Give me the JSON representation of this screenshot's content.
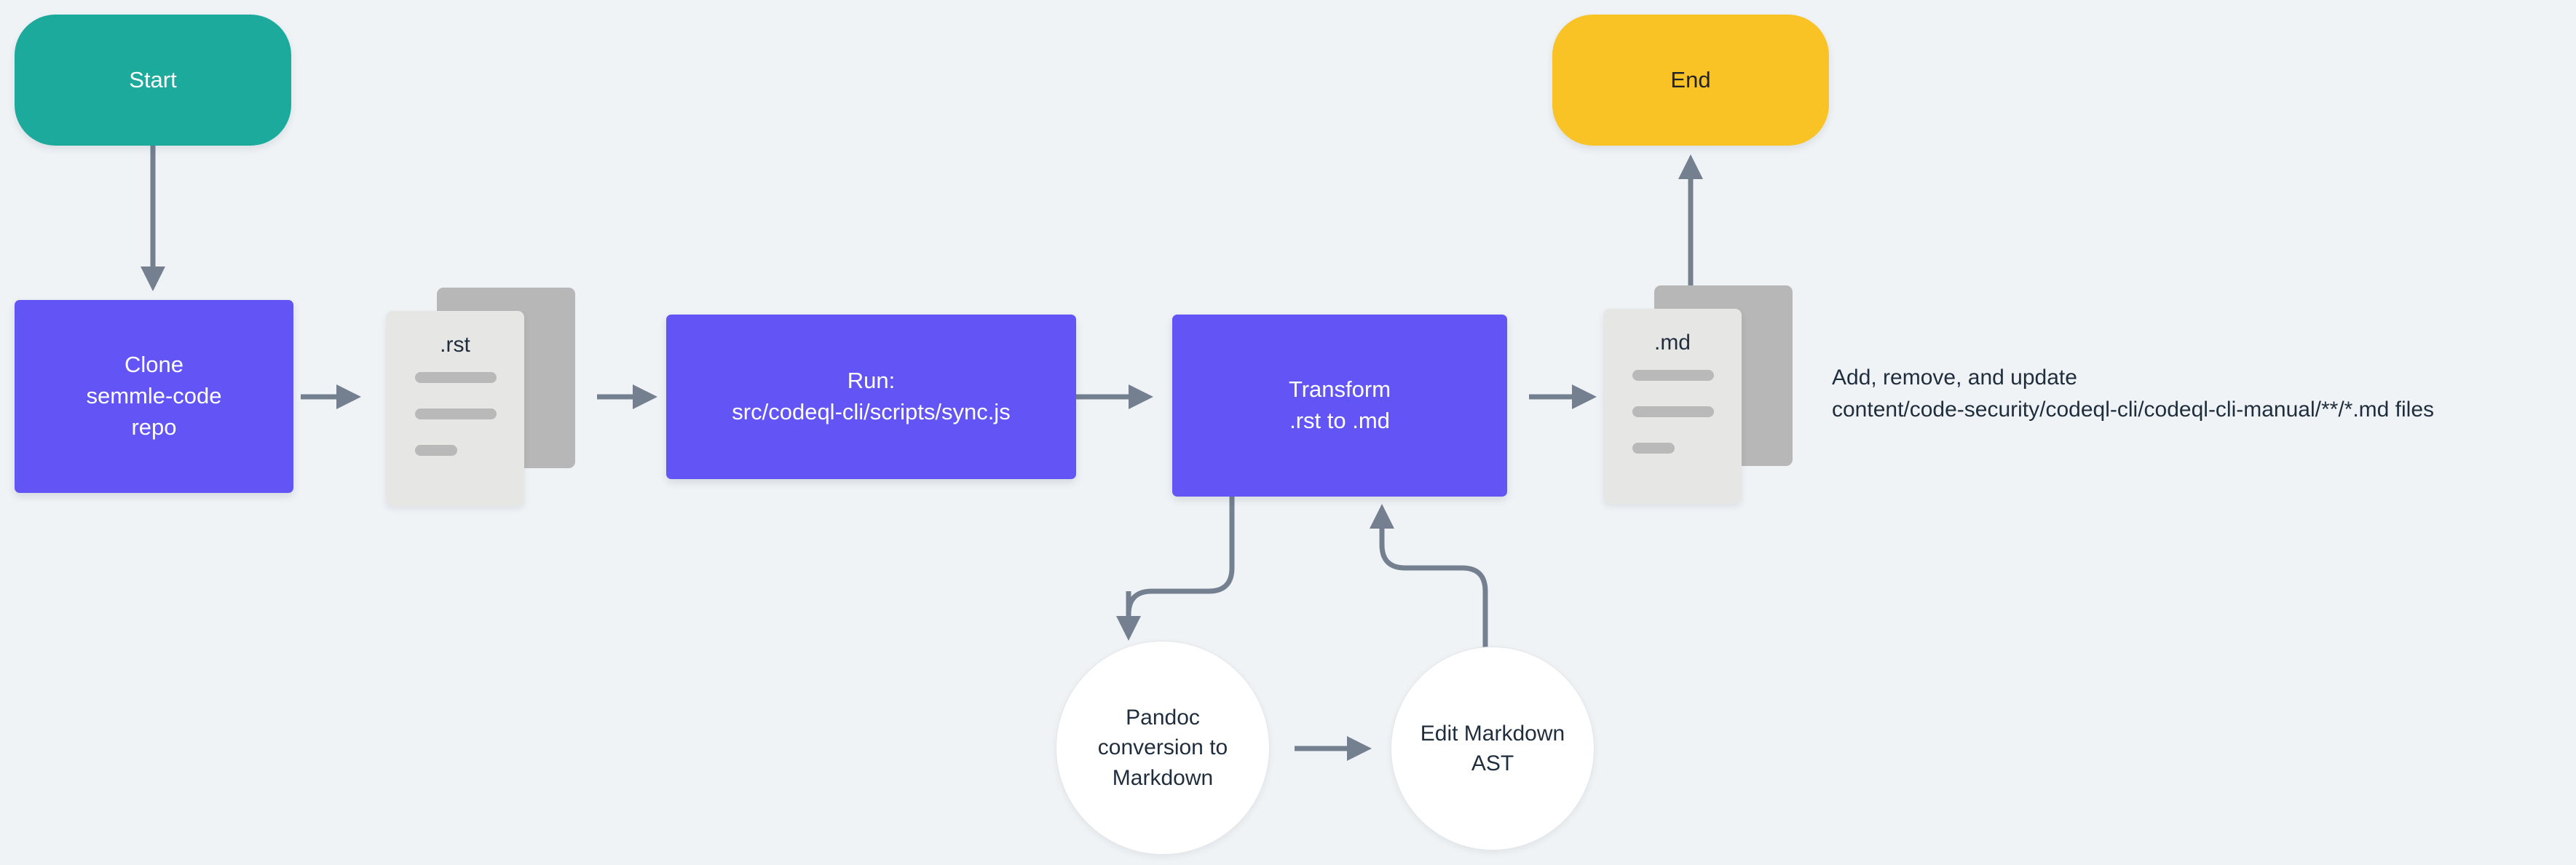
{
  "diagram": {
    "title": "codeql-cli docs sync flowchart",
    "background_color": "#eff3f6",
    "edge_color": "#74808f",
    "nodes": {
      "start": {
        "label": "Start",
        "shape": "pill",
        "color": "#1baa9c",
        "text_color": "#ffffff"
      },
      "end": {
        "label": "End",
        "shape": "pill",
        "color": "#f9c225",
        "text_color": "#1f2328"
      },
      "clone": {
        "line1": "Clone",
        "line2": "semmle-code",
        "line3": "repo",
        "shape": "rectangle",
        "color": "#6355f5",
        "text_color": "#ffffff"
      },
      "run": {
        "line1": "Run:",
        "line2": "src/codeql-cli/scripts/sync.js",
        "shape": "rectangle",
        "color": "#6355f5",
        "text_color": "#ffffff"
      },
      "transform": {
        "line1": "Transform",
        "line2": ".rst to .md",
        "shape": "rectangle",
        "color": "#6355f5",
        "text_color": "#ffffff"
      },
      "rst_doc": {
        "label": ".rst",
        "shape": "document-stack",
        "front_color": "#e6e6e5",
        "back_color": "#b7b7b7"
      },
      "md_doc": {
        "label": ".md",
        "shape": "document-stack",
        "front_color": "#e6e6e5",
        "back_color": "#b7b7b7"
      },
      "pandoc": {
        "line1": "Pandoc",
        "line2": "conversion to",
        "line3": "Markdown",
        "shape": "circle",
        "color": "#ffffff",
        "text_color": "#1f2d3d"
      },
      "edit_ast": {
        "line1": "Edit Markdown",
        "line2": "AST",
        "shape": "circle",
        "color": "#ffffff",
        "text_color": "#1f2d3d"
      }
    },
    "annotation": {
      "line1": "Add, remove, and update",
      "line2": "content/code-security/codeql-cli/codeql-cli-manual/**/*.md files"
    },
    "edges": [
      {
        "from": "start",
        "to": "clone",
        "direction": "down",
        "style": "straight"
      },
      {
        "from": "clone",
        "to": "rst_doc",
        "direction": "right",
        "style": "straight"
      },
      {
        "from": "rst_doc",
        "to": "run",
        "direction": "right",
        "style": "straight"
      },
      {
        "from": "run",
        "to": "transform",
        "direction": "right",
        "style": "straight"
      },
      {
        "from": "transform",
        "to": "md_doc",
        "direction": "right",
        "style": "straight"
      },
      {
        "from": "md_doc",
        "to": "end",
        "direction": "up",
        "style": "straight"
      },
      {
        "from": "transform",
        "to": "pandoc",
        "direction": "down",
        "style": "s-curve"
      },
      {
        "from": "pandoc",
        "to": "edit_ast",
        "direction": "right",
        "style": "straight"
      },
      {
        "from": "edit_ast",
        "to": "transform",
        "direction": "up",
        "style": "s-curve"
      }
    ]
  }
}
